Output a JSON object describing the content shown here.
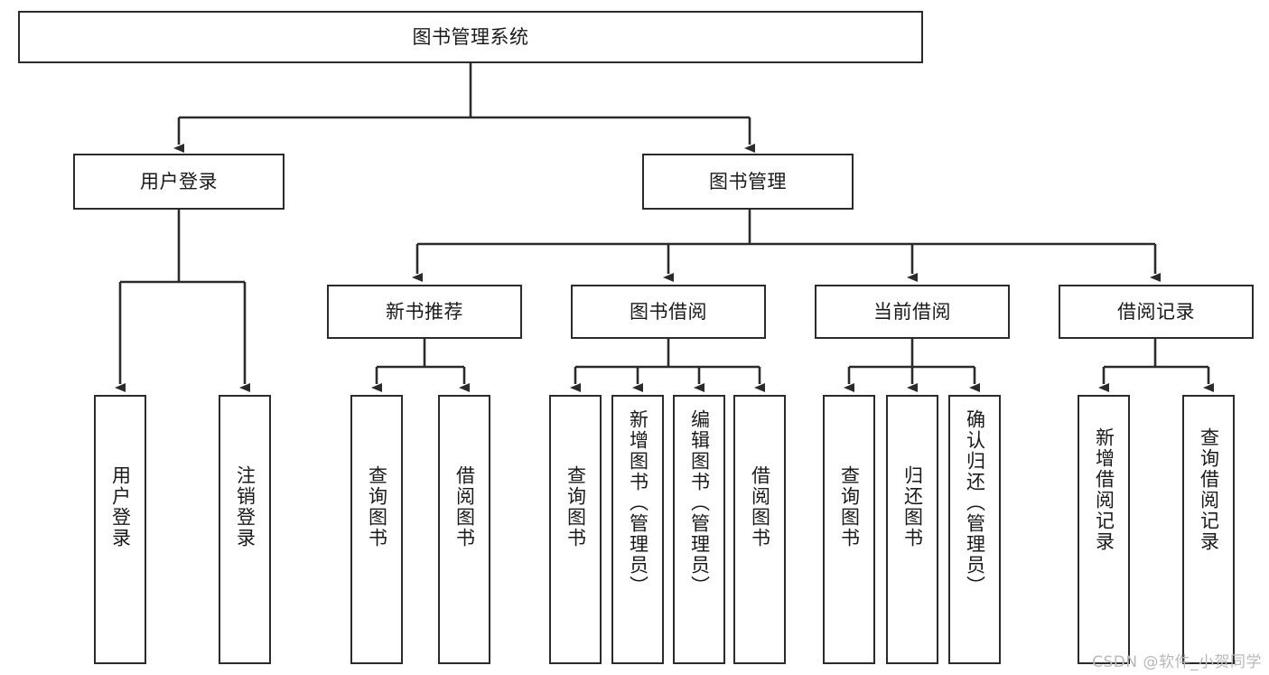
{
  "diagram": {
    "title": "图书管理系统",
    "type": "tree-hierarchy-chart",
    "stroke_color": "#2b2b2b",
    "background_color": "#ffffff",
    "text_color": "#1a1a1a",
    "watermark": "CSDN @软件_小贺同学",
    "levels": {
      "root": {
        "label": "图书管理系统"
      },
      "level2": [
        {
          "label": "用户登录"
        },
        {
          "label": "图书管理"
        }
      ],
      "level3": [
        {
          "label": "新书推荐"
        },
        {
          "label": "图书借阅"
        },
        {
          "label": "当前借阅"
        },
        {
          "label": "借阅记录"
        }
      ],
      "leaves": {
        "user_login": [
          {
            "label": "用户登录"
          },
          {
            "label": "注销登录"
          }
        ],
        "new_book_recommend": [
          {
            "label": "查询图书"
          },
          {
            "label": "借阅图书"
          }
        ],
        "book_borrow": [
          {
            "label": "查询图书"
          },
          {
            "label": "新增图书（管理员）"
          },
          {
            "label": "编辑图书（管理员）"
          },
          {
            "label": "借阅图书"
          }
        ],
        "current_borrow": [
          {
            "label": "查询图书"
          },
          {
            "label": "归还图书"
          },
          {
            "label": "确认归还（管理员）"
          }
        ],
        "borrow_record": [
          {
            "label": "新增借阅记录"
          },
          {
            "label": "查询借阅记录"
          }
        ]
      }
    }
  }
}
